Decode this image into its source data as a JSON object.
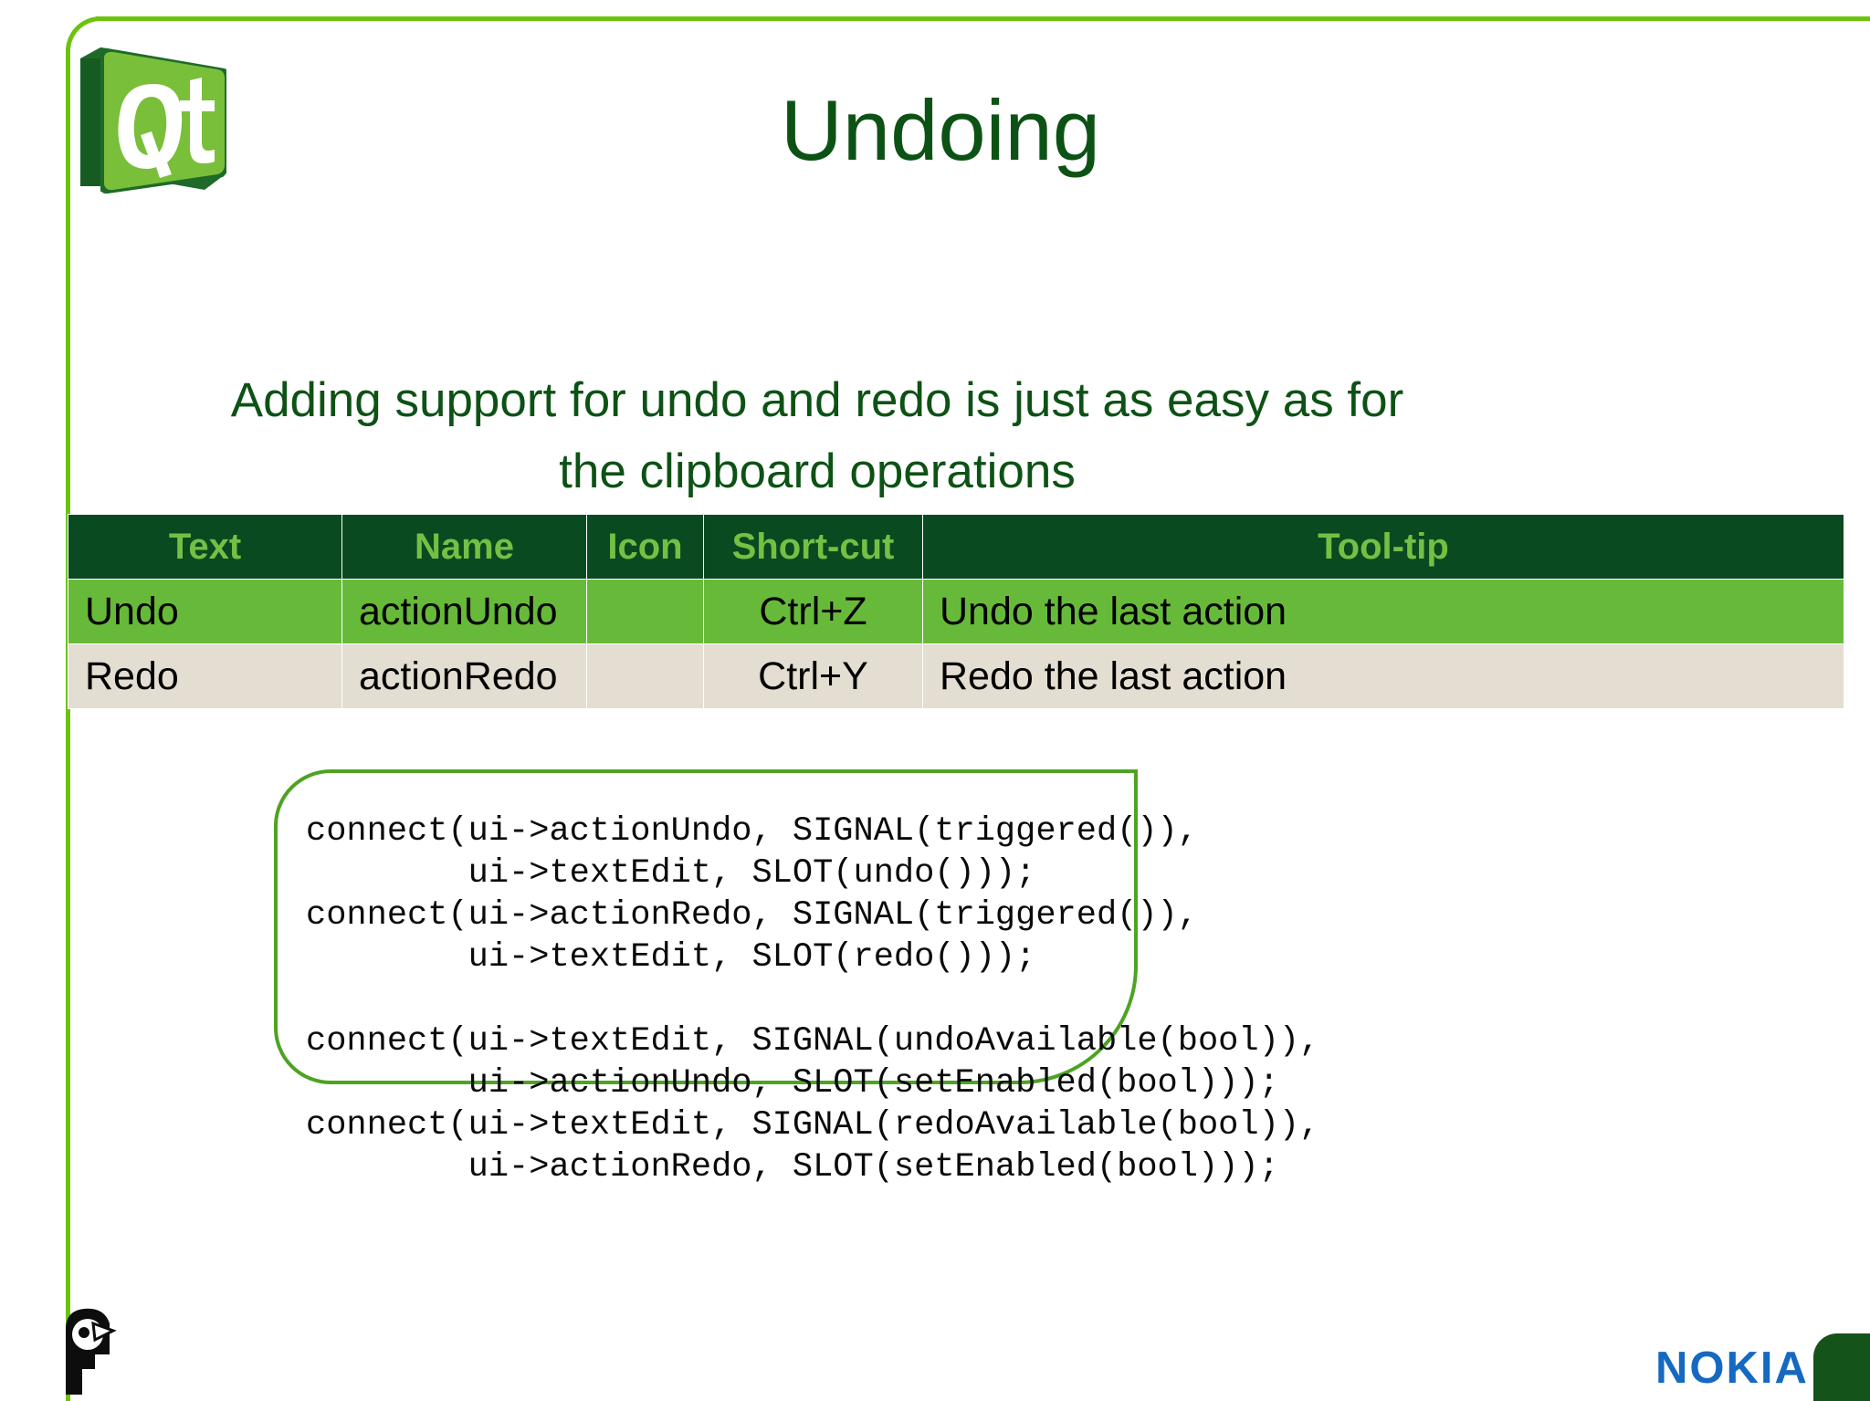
{
  "slide": {
    "title": "Undoing",
    "subtitle": "Adding support for undo and redo is just as easy as for the clipboard operations",
    "accent_green": "#6dc30c",
    "title_green": "#0d5215",
    "header_bg": "#0a4a20",
    "header_text": "#74c044",
    "row_even_bg": "#67ba39",
    "row_odd_bg": "#e3ddd2",
    "code_border": "#4da322",
    "nokia_blue": "#1569c0",
    "corner_green": "#14531a"
  },
  "logos": {
    "qt": "qt-logo",
    "parrot": "parrot-logo",
    "nokia": "NOKIA"
  },
  "table": {
    "columns": [
      "Text",
      "Name",
      "Icon",
      "Short-cut",
      "Tool-tip"
    ],
    "rows": [
      {
        "text": "Undo",
        "name": "actionUndo",
        "icon": "",
        "shortcut": "Ctrl+Z",
        "tooltip": "Undo the last action"
      },
      {
        "text": "Redo",
        "name": "actionRedo",
        "icon": "",
        "shortcut": "Ctrl+Y",
        "tooltip": "Redo the last action"
      }
    ]
  },
  "code": {
    "content": "connect(ui->actionUndo, SIGNAL(triggered()),\n        ui->textEdit, SLOT(undo()));\nconnect(ui->actionRedo, SIGNAL(triggered()),\n        ui->textEdit, SLOT(redo()));\n\nconnect(ui->textEdit, SIGNAL(undoAvailable(bool)),\n        ui->actionUndo, SLOT(setEnabled(bool)));\nconnect(ui->textEdit, SIGNAL(redoAvailable(bool)),\n        ui->actionRedo, SLOT(setEnabled(bool)));"
  }
}
